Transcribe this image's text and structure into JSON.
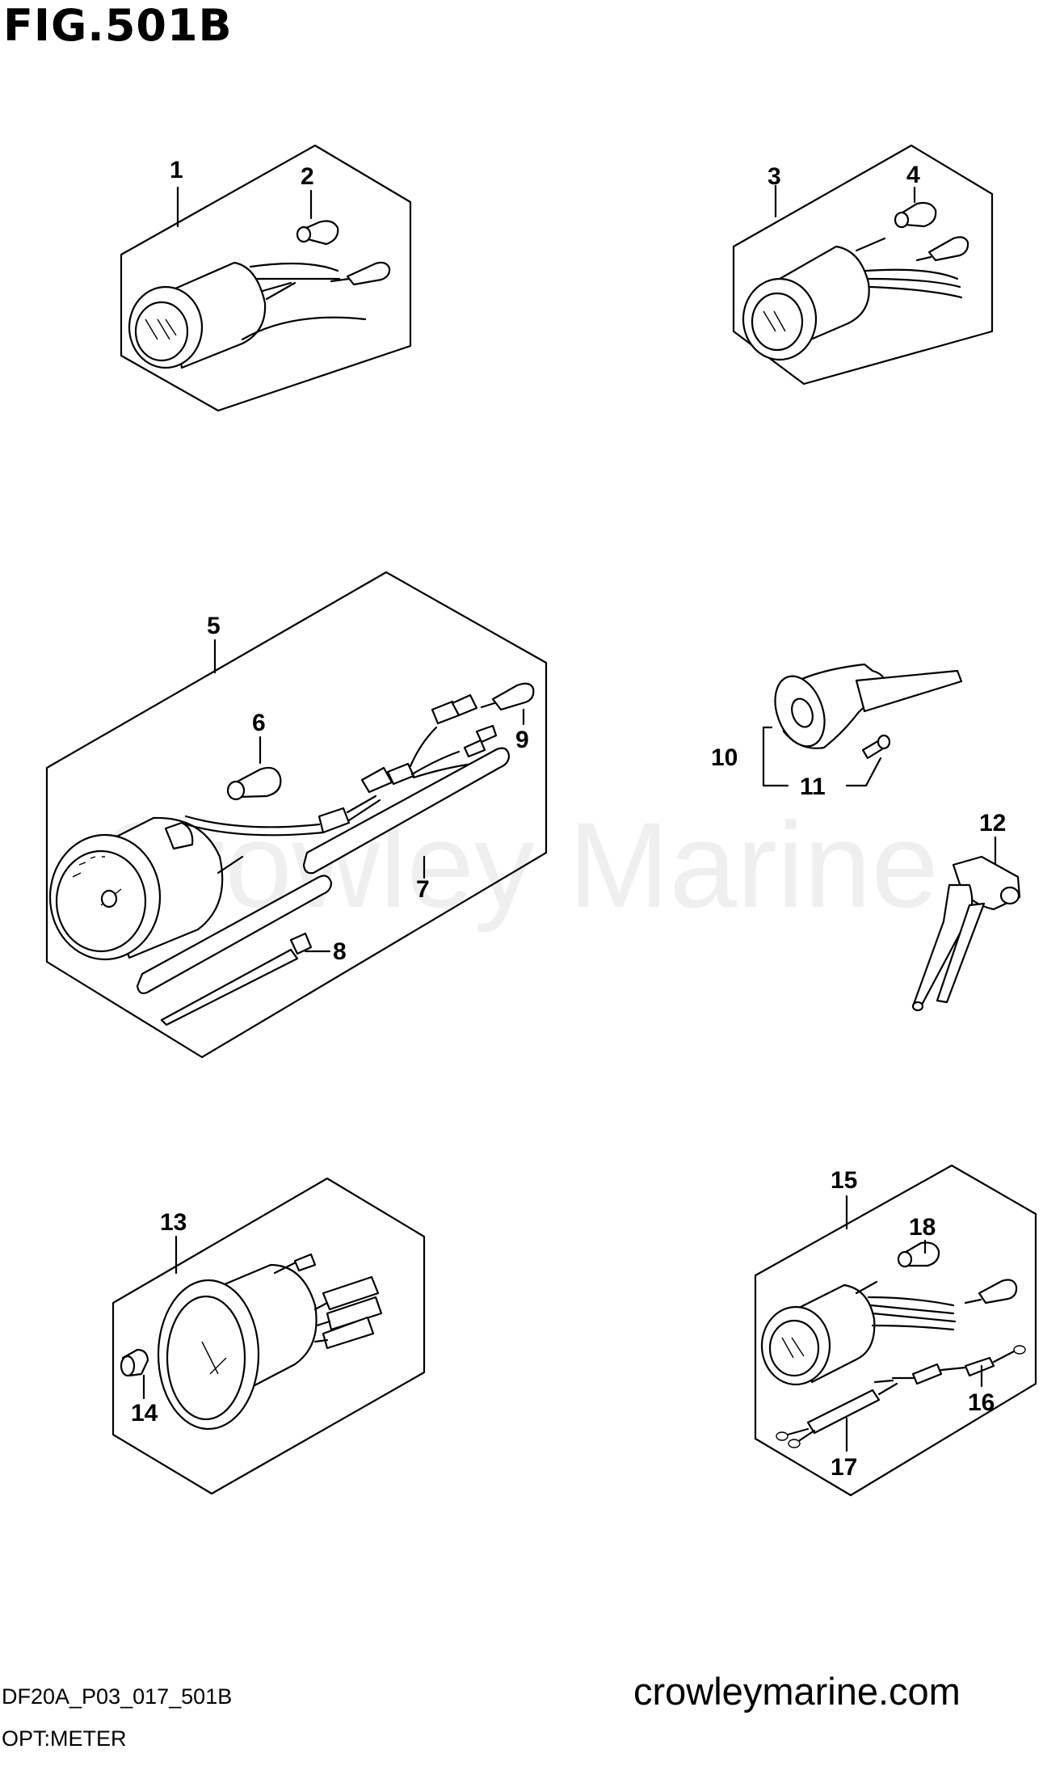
{
  "figure": {
    "title": "FIG.501B",
    "code": "DF20A_P03_017_501B",
    "subtitle": "OPT:METER",
    "website": "crowleymarine.com",
    "watermark": "Crowley Marine"
  },
  "callouts": [
    "1",
    "2",
    "3",
    "4",
    "5",
    "6",
    "7",
    "8",
    "9",
    "10",
    "11",
    "12",
    "13",
    "14",
    "15",
    "16",
    "17",
    "18"
  ]
}
